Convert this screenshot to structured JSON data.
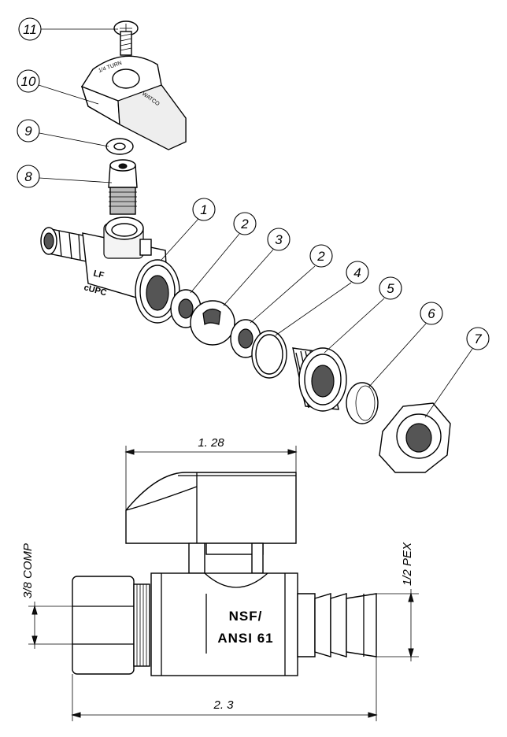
{
  "callouts": [
    "11",
    "10",
    "9",
    "8",
    "1",
    "2",
    "3",
    "2",
    "4",
    "5",
    "6",
    "7"
  ],
  "body_markings": {
    "line1": "LF",
    "line2": "cUPC"
  },
  "handle_markings": {
    "brand": "WATCO"
  },
  "dimensions": {
    "handle_width": "1. 28",
    "overall_length": "2. 3",
    "comp_size": "3/8 COMP",
    "pex_size": "1/2 PEX"
  },
  "front_view_label": {
    "line1": "NSF/",
    "line2": "ANSI 61"
  }
}
